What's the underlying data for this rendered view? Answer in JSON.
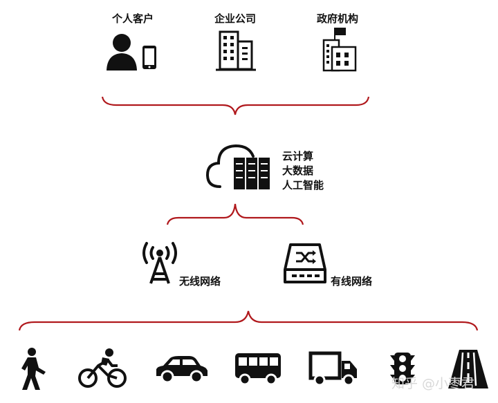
{
  "top_clients": [
    {
      "label": "个人客户",
      "icon": "person-with-phone-icon"
    },
    {
      "label": "企业公司",
      "icon": "office-building-icon"
    },
    {
      "label": "政府机构",
      "icon": "government-building-icon"
    }
  ],
  "cloud": {
    "icon": "cloud-server-icon",
    "lines": [
      "云计算",
      "大数据",
      "人工智能"
    ]
  },
  "networks": [
    {
      "label": "无线网络",
      "icon": "radio-tower-icon"
    },
    {
      "label": "有线网络",
      "icon": "network-switch-icon"
    }
  ],
  "bottom_items": [
    {
      "icon": "pedestrian-icon"
    },
    {
      "icon": "cyclist-icon"
    },
    {
      "icon": "car-icon"
    },
    {
      "icon": "bus-icon"
    },
    {
      "icon": "truck-icon"
    },
    {
      "icon": "traffic-light-icon"
    },
    {
      "icon": "road-icon"
    }
  ],
  "watermark": "知乎 @小枣君",
  "colors": {
    "bracket": "#b0181c",
    "icon": "#111111"
  }
}
